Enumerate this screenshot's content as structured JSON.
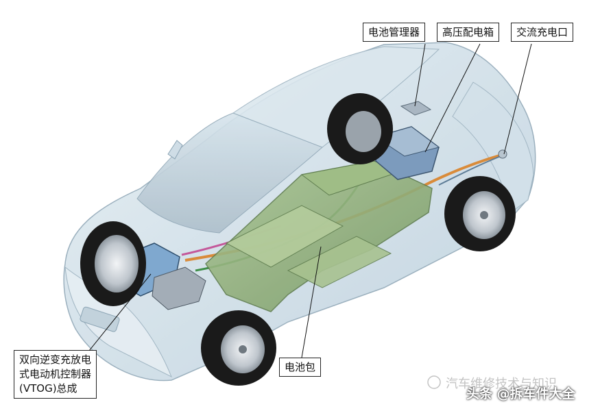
{
  "labels": {
    "battery_manager": "电池管理器",
    "hv_distribution_box": "高压配电箱",
    "ac_charging_port": "交流充电口",
    "vtog_assembly": "双向逆变充放电\n式电动机控制器\n(VTOG)总成",
    "battery_pack": "电池包"
  },
  "watermark": {
    "primary": "头条 @拆车件大全",
    "secondary": "汽车维修技术与知识"
  },
  "colors": {
    "body_shell": "#c9dbe6",
    "battery_pack": "#8fb07a",
    "components": "#7c9bbd",
    "tire": "#1a1a1a",
    "cable_orange": "#d98b3a",
    "cable_green": "#3f8f4a"
  }
}
